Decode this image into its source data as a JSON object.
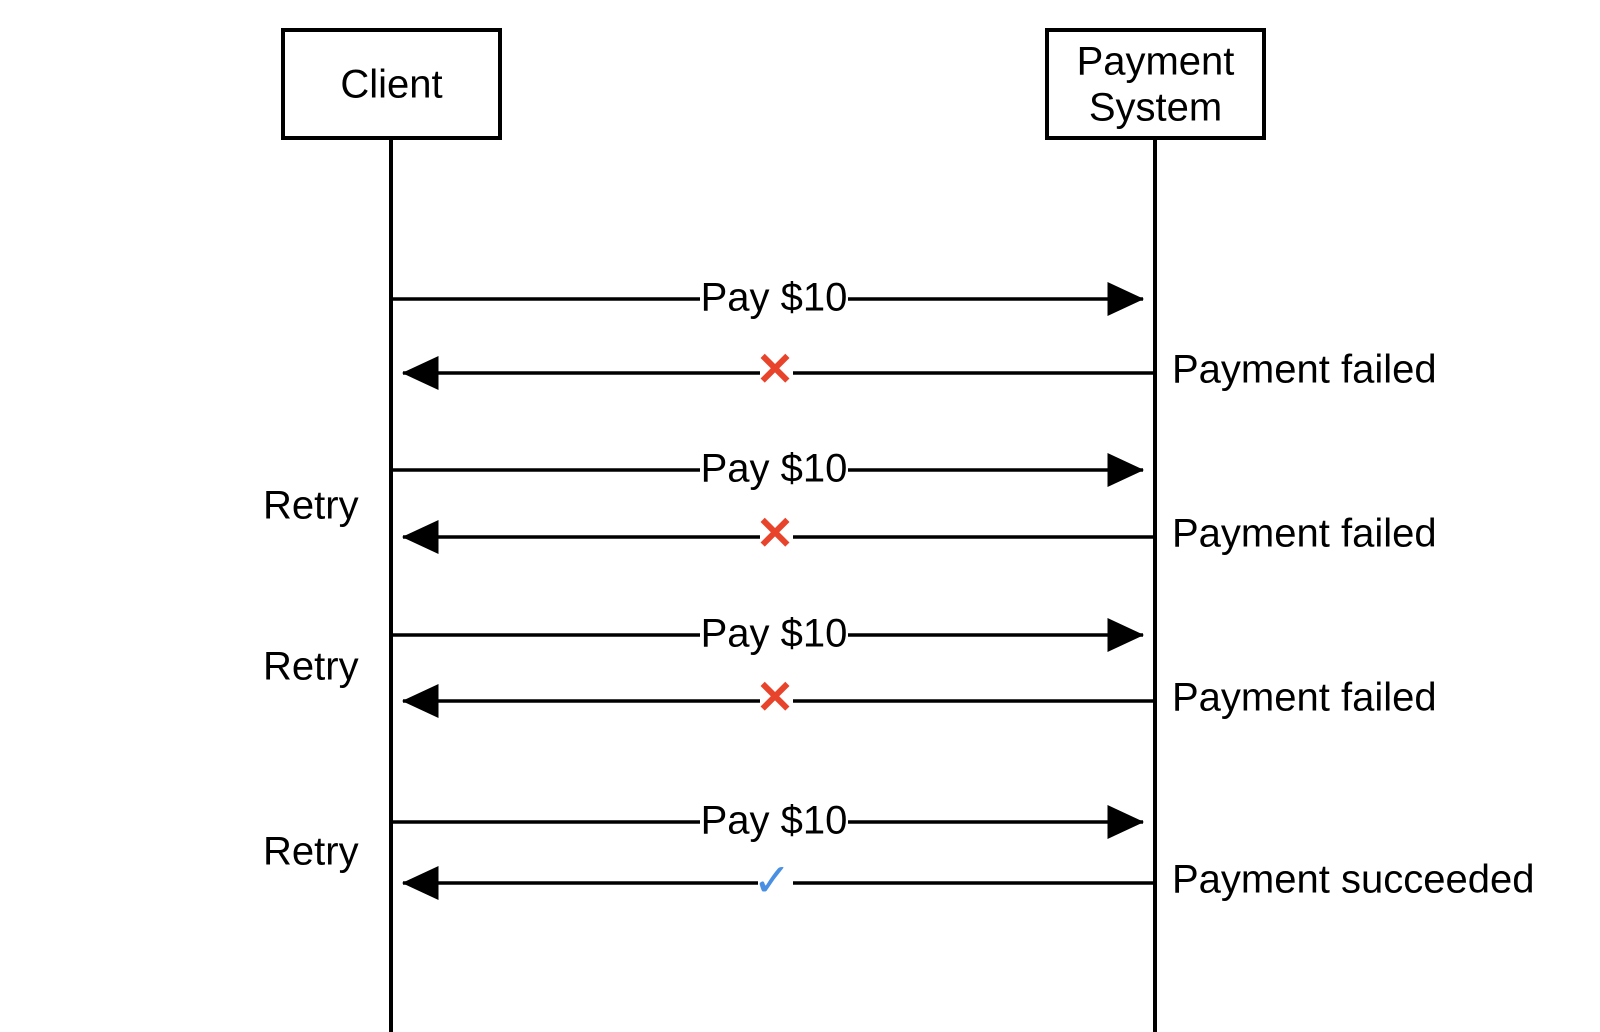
{
  "diagram": {
    "title": "Payment retry sequence diagram",
    "type": "sequence-diagram",
    "background_color": "#ffffff",
    "line_color": "#000000",
    "fail_color": "#E8432B",
    "success_color": "#4A90E2"
  },
  "actors": [
    {
      "id": "client",
      "label": "Client",
      "lines": [
        "Client"
      ]
    },
    {
      "id": "payment-system",
      "label": "Payment System",
      "lines": [
        "Payment",
        "System"
      ]
    }
  ],
  "messages": [
    {
      "index": 0,
      "direction": "request",
      "from": "client",
      "to": "payment-system",
      "label": "Pay $10",
      "mark": "",
      "mark_kind": "none",
      "side_label": "",
      "retry_label": ""
    },
    {
      "index": 1,
      "direction": "response",
      "from": "payment-system",
      "to": "client",
      "label": "",
      "mark": "✕",
      "mark_kind": "fail",
      "side_label": "Payment failed",
      "retry_label": ""
    },
    {
      "index": 2,
      "direction": "request",
      "from": "client",
      "to": "payment-system",
      "label": "Pay $10",
      "mark": "",
      "mark_kind": "none",
      "side_label": "",
      "retry_label": "Retry"
    },
    {
      "index": 3,
      "direction": "response",
      "from": "payment-system",
      "to": "client",
      "label": "",
      "mark": "✕",
      "mark_kind": "fail",
      "side_label": "Payment failed",
      "retry_label": ""
    },
    {
      "index": 4,
      "direction": "request",
      "from": "client",
      "to": "payment-system",
      "label": "Pay $10",
      "mark": "",
      "mark_kind": "none",
      "side_label": "",
      "retry_label": "Retry"
    },
    {
      "index": 5,
      "direction": "response",
      "from": "payment-system",
      "to": "client",
      "label": "",
      "mark": "✕",
      "mark_kind": "fail",
      "side_label": "Payment failed",
      "retry_label": ""
    },
    {
      "index": 6,
      "direction": "request",
      "from": "client",
      "to": "payment-system",
      "label": "Pay $10",
      "mark": "",
      "mark_kind": "none",
      "side_label": "",
      "retry_label": "Retry"
    },
    {
      "index": 7,
      "direction": "response",
      "from": "payment-system",
      "to": "client",
      "label": "",
      "mark": "✓",
      "mark_kind": "success",
      "side_label": "Payment succeeded",
      "retry_label": ""
    }
  ],
  "retries": [
    {
      "label": "Retry"
    },
    {
      "label": "Retry"
    },
    {
      "label": "Retry"
    }
  ]
}
